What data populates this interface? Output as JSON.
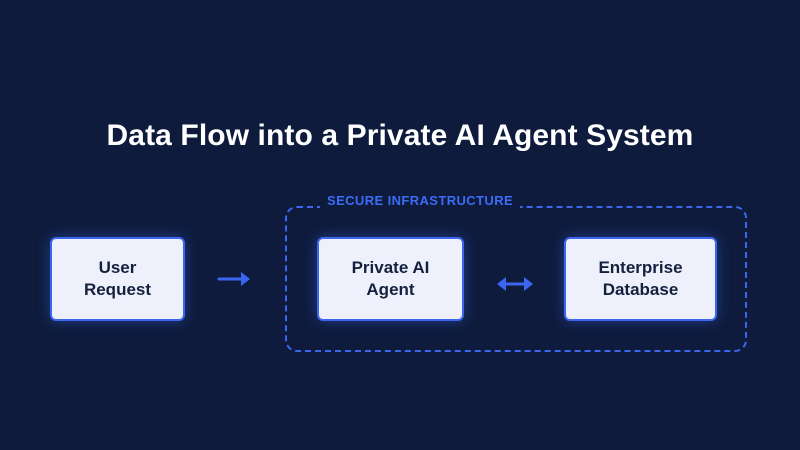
{
  "title": "Data Flow into a Private AI Agent System",
  "secure_zone": {
    "label": "SECURE INFRASTRUCTURE"
  },
  "nodes": {
    "user_request": "User\nRequest",
    "private_agent": "Private AI\nAgent",
    "enterprise_db": "Enterprise\nDatabase"
  },
  "colors": {
    "background": "#0e1b3c",
    "accent": "#3d66f0",
    "node_fill": "#eef1fc",
    "node_text": "#14213d",
    "title_text": "#ffffff"
  },
  "connections": [
    {
      "from": "user_request",
      "to": "private_agent",
      "direction": "one-way"
    },
    {
      "from": "private_agent",
      "to": "enterprise_db",
      "direction": "two-way"
    }
  ]
}
